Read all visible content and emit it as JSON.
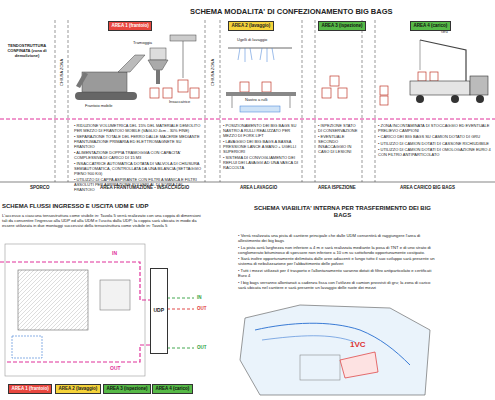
{
  "diagram": {
    "title": "SCHEMA MODALITA' DI CONFEZIONAMENTO BIG BAGS",
    "nodes": [
      {
        "text": [
          "AREA 1 (frantoio)"
        ]
      },
      {
        "text": [
          "AREA 2 (lavaggio)"
        ]
      },
      {
        "text": [
          "AREA 3 (ispezione)"
        ]
      },
      {
        "text": [
          "AREA 4 (carico)"
        ]
      },
      {
        "text": [
          "UDP"
        ]
      },
      {
        "text": [
          "AREA 1 (frantoio)"
        ]
      },
      {
        "text": [
          "AREA 2 (lavaggio)"
        ]
      },
      {
        "text": [
          "AREA 3 (ispezione)"
        ]
      },
      {
        "text": [
          "AREA 4 (carico)"
        ]
      }
    ],
    "labels": [
      "SPORCO",
      "AREA FRANTUMAZIONE - INSACCAGGIO",
      "AREA LAVAGGIO",
      "AREA ISPEZIONE",
      "AREA CARICO BIG BAGS",
      "• RIDUZIONE VOLUMETRICA DEL 15% DEL MATERIALE DEMOLITO PER MEZZO DI FRANTOIO MOBILE (VAGLIO 4cm - 30% FINE)",
      "• SEPARAZIONE TOTALE DEL FERRO DALLE MACERIE MEDIANTE FRANTUMAZIONE PRIMARIA ED ELETTROMAGNETE SU FRANTOIO",
      "• ALIMENTAZIONE DOPPIA TRAMOGGIA CON CAPACITA' COMPLESSIVA DI CARICO DI 15 M3",
      "• INSACCATRICE AUTOMATICA DOTATA DI VALVOLA DI CHIUSURA SEMIAUTOMATICA, CONTROLLATA DA UNA BILANCIA (SETTAGGIO PIENO 900 KG)",
      "• UTILIZZO DI CAPPA ASPIRANTE CON FILTRI A MANICA E FILTRI ASSOLUTI PER ASPIRAZIONE POLVERI AL DI SOPRA DEL FRANTOIO",
      "• POSIZIONAMENTO DEI BIG BAGS SU NASTRO A RULLI REALIZZATO PER MEZZO DI FORK LIFT",
      "• LAVAGGIO DEI BIG BAGS A BASSA PRESSIONE LANCE A MANO + UGELLI SUPERIORI",
      "• SISTEMA DI CONVOGLIAMENTO DEI REFLUI DEI LAVAGGI AD UNA VASCA DI RACCOLTA",
      "• ISPEZIONE STATO DI CONSERVAZIONE",
      "• EVENTUALE SECONDO INSACCAGGIO IN CASO DI LESIONI",
      "• ZONA INCONTAMINATA DI STOCCAGGIO ED EVENTUALE PRELIEVO CAMPIONI",
      "• CARICO DEI BIG BAGS SU CAMION DOTATO DI GRU",
      "• UTILIZZO DI CAMION DOTATI DI CASSONE RICHIUDIBILE",
      "• UTILIZZO DI CAMION DOTATI DI OMOLOGAZIONE EURO 4 CON FILTRO ANTIPARTICOLATO",
      "SCHEMA FLUSSI INGRESSO E USCITA UDM E UDP",
      "L'accesso a ciascuna tensostruttura come visibile in: Tavola 5 verrà realizzato con una coppia di dimensioni tali da consentire l'ingresso alla UDP ed alla UDM e l'uscita dalla UDP; la coppia sarà ubicata in modo da essere utilizzata in due montaggi successivi della tensostruttura come visibile in: Tavola 5",
      "SCHEMA VIABILITA' INTERNA PER TRASFERIMENTO DEI BIG BAGS",
      "• Verrà realizzata una pista di cantiere principale che dalle UDM consentirà di raggiungere l'area di allestimento dei big bags",
      "• La pista avrà larghezza non inferiore a 4 m e sarà realizzata mediante la posa di TNT e di uno strato di conglomerato bituminoso di spessore non inferiore a 10 cm su sottofondo opportunamente costipato.",
      "• Sarà inoltre opportunamente delimitata dalle aree adiacenti e lungo tutto il suo sviluppo sarà presente un sistema di nebulizzazione per l'abbattimento delle polveri",
      "• Tutti i mezzi utilizzati per il trasporto e l'allontanamento saranno dotati di filtro antiparticolato e certificati Euro 4",
      "• I big bags verranno allontanati a cadenza fissa con l'utilizzo di camion provvisti di gru; la zona di carico sarà ubicata nel cantiere e sarà presente un lavaggio delle ruote dei mezzi",
      "IN",
      "OUT",
      "IN",
      "OUT",
      "OUT",
      "1VC",
      "TENDOSTRUTTURA CONFINATA (zona di demolizione)",
      "CHIUSA ZONA",
      "CHIUSA ZONA",
      "Frantoio mobile",
      "Tramoggia",
      "Insaccatrice",
      "Ugelli di lavaggio",
      "Nastro a rulli",
      "Gru"
    ]
  }
}
